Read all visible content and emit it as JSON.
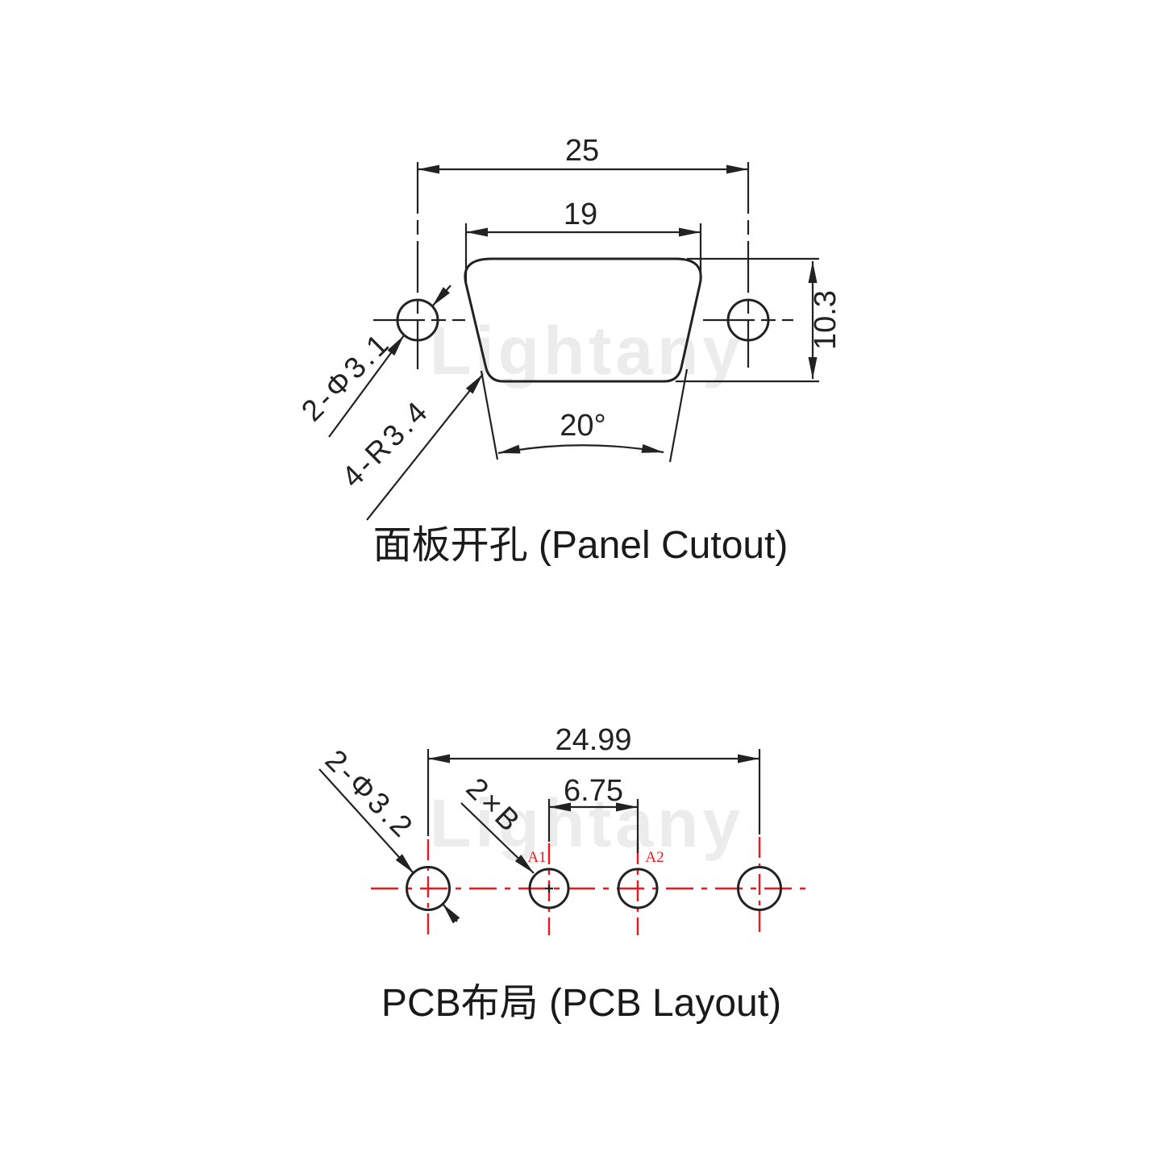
{
  "watermark": "Lightany",
  "colors": {
    "line": "#222222",
    "red": "#e8191f",
    "watermark": "#ececec",
    "background": "#ffffff"
  },
  "panel": {
    "title": "面板开孔 (Panel Cutout)",
    "dim_outer_width": "25",
    "dim_inner_width": "19",
    "dim_height": "10.3",
    "dim_draft_angle": "20°",
    "label_mount_holes": "2-Φ3.1",
    "label_corner_radius": "4-R3.4"
  },
  "pcb": {
    "title": "PCB布局 (PCB Layout)",
    "dim_outer_span": "24.99",
    "dim_pad_pitch": "6.75",
    "label_mount_holes": "2-Φ3.2",
    "label_pad_size": "2×B",
    "pad_labels": [
      "A1",
      "A2"
    ]
  }
}
